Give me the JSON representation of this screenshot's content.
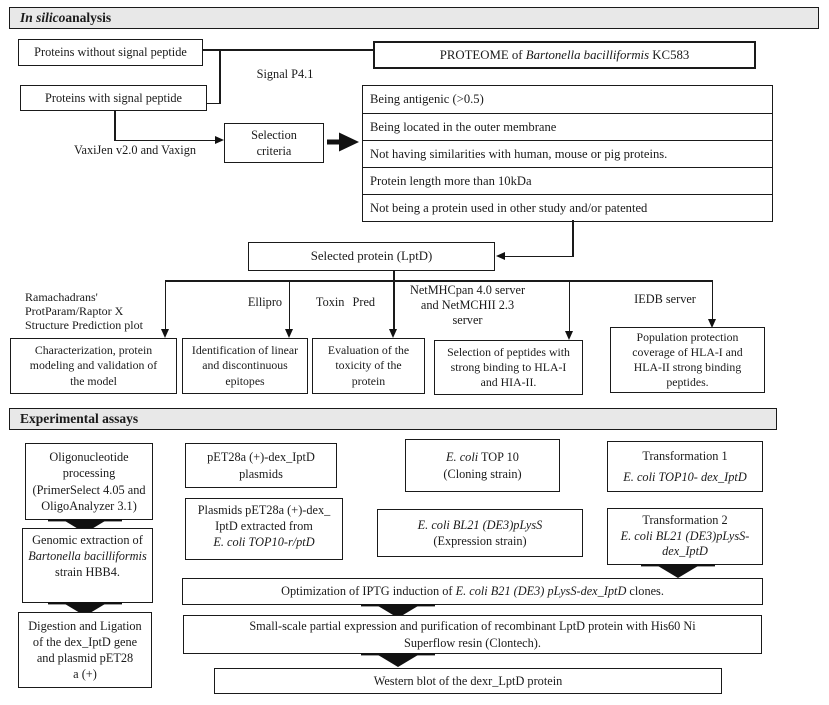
{
  "insilico": {
    "bar": {
      "italic": "In silico",
      "rest": " analysis"
    },
    "proteins_without": "Proteins without signal peptide",
    "proteins_with": "Proteins with signal peptide",
    "signalp": "Signal P4.1",
    "proteome": [
      [
        {
          "t": "PROTEOME of "
        },
        {
          "t": "Bartonella bacilliformis",
          "i": true
        },
        {
          "t": " KC583"
        }
      ]
    ],
    "vaxijen": "VaxiJen v2.0 and Vaxign",
    "selection": [
      "Selection",
      "criteria"
    ],
    "criteria": [
      "Being antigenic (>0.5)",
      "Being located in the outer membrane",
      "Not having similarities with human, mouse or pig proteins.",
      "Protein length more than 10kDa",
      "Not being a protein used in other study and/or patented"
    ],
    "selected": "Selected protein (LptD)",
    "labels": {
      "ramachadran": [
        "Ramachadrans'",
        "ProtParam/Raptor X",
        "Structure Prediction plot"
      ],
      "ellipro": "Ellipro",
      "toxinpred": "Toxin Pred",
      "netmhc": [
        "NetMHCpan 4.0 server",
        "and NetMCHII 2.3",
        "server"
      ],
      "iedb": "IEDB server"
    },
    "results": {
      "characterization": [
        "Characterization, protein",
        "modeling and validation of",
        "the model"
      ],
      "epitopes": [
        "Identification of linear",
        "and discontinuous",
        "epitopes"
      ],
      "toxicity": [
        "Evaluation of the",
        "toxicity of the",
        "protein"
      ],
      "peptides": [
        "Selection of peptides with",
        "strong binding to HLA-I",
        "and HIA-II."
      ],
      "coverage": [
        "Population protection",
        "coverage of HLA-I and",
        "HLA-II strong binding",
        "peptides."
      ]
    }
  },
  "experimental": {
    "bar": "Experimental assays",
    "oligo": [
      "Oligonucleotide",
      "processing",
      "(PrimerSelect 4.05 and",
      "OligoAnalyzer 3.1)"
    ],
    "genomic": [
      "Genomic extraction of",
      [
        {
          "t": "Bartonella bacilliformis",
          "i": true
        }
      ],
      "strain HBB4."
    ],
    "digestion": [
      "Digestion and Ligation",
      "of the dex_IptD gene",
      "and plasmid pET28",
      "a (+)"
    ],
    "pet28a": [
      "pET28a (+)-dex_IptD",
      "plasmids"
    ],
    "plasmids_extracted": [
      "Plasmids pET28a (+)-dex_",
      "IptD extracted from",
      [
        {
          "t": "E. coli TOP10-r/ptD",
          "i": true
        }
      ]
    ],
    "ecoli_top10": [
      [
        {
          "t": "E. coli",
          "i": true
        },
        {
          "t": " TOP 10"
        }
      ],
      "(Cloning strain)"
    ],
    "ecoli_bl21": [
      [
        {
          "t": "E. coli BL21 (DE3)pLysS",
          "i": true
        }
      ],
      "(Expression strain)"
    ],
    "transformation1": [
      "Transformation 1",
      [
        {
          "t": "E. coli TOP10- dex_IptD",
          "i": true
        }
      ]
    ],
    "transformation2": [
      "Transformation 2",
      [
        {
          "t": "E. coli BL21 (DE3)pLysS-",
          "i": true
        }
      ],
      [
        {
          "t": "dex_IptD",
          "i": true
        }
      ]
    ],
    "optimization": [
      [
        {
          "t": "Optimization of IPTG induction of "
        },
        {
          "t": "E. coli B21 (DE3) pLysS-dex_IptD",
          "i": true
        },
        {
          "t": " clones."
        }
      ]
    ],
    "smallscale": [
      "Small-scale partial expression and purification of recombinant LptD protein with His60 Ni",
      "Superflow resin (Clontech)."
    ],
    "western": "Western blot of the dexr_LptD protein"
  }
}
